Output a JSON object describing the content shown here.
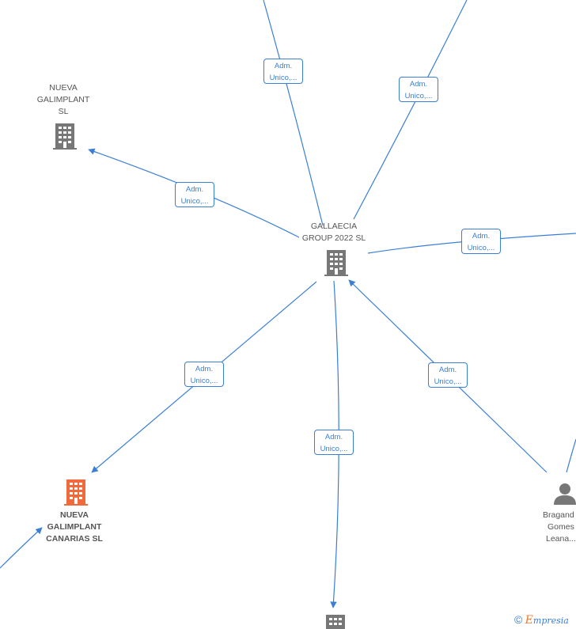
{
  "nodes": {
    "center": {
      "lines": [
        "GALLAECIA",
        "GROUP 2022  SL"
      ],
      "type": "company",
      "color": "#777777"
    },
    "nueva_galimplant": {
      "lines": [
        "NUEVA",
        "GALIMPLANT",
        "SL"
      ],
      "type": "company",
      "color": "#777777"
    },
    "nueva_canarias": {
      "lines": [
        "NUEVA",
        "GALIMPLANT",
        "CANARIAS  SL"
      ],
      "type": "company",
      "color": "#f26a3c"
    },
    "person": {
      "lines": [
        "Bragand",
        "Gomes",
        "Leana..."
      ],
      "type": "person",
      "color": "#777777"
    },
    "bottom_company": {
      "lines": [],
      "type": "company",
      "color": "#777777"
    }
  },
  "relations": [
    {
      "line1": "Adm.",
      "line2": "Unico,..."
    },
    {
      "line1": "Adm.",
      "line2": "Unico,..."
    },
    {
      "line1": "Adm.",
      "line2": "Unico,..."
    },
    {
      "line1": "Adm.",
      "line2": "Unico,..."
    },
    {
      "line1": "Adm.",
      "line2": "Unico,..."
    },
    {
      "line1": "Adm.",
      "line2": "Unico,..."
    },
    {
      "line1": "Adm.",
      "line2": "Unico,..."
    }
  ],
  "footer": {
    "copyright_symbol": "©",
    "brand_initial": "E",
    "brand_rest": "mpresia"
  },
  "colors": {
    "edge": "#3a7fd5",
    "highlight": "#f26a3c",
    "neutral": "#777777"
  },
  "icons": {
    "company": "building-icon",
    "person": "person-icon"
  }
}
